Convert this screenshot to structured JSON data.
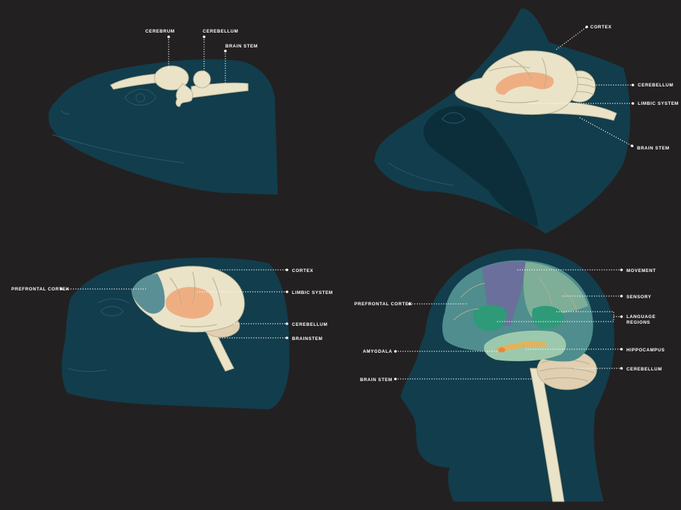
{
  "panels": {
    "reptile": {
      "labels": [
        "CEREBRUM",
        "CEREBELLUM",
        "BRAIN STEM"
      ]
    },
    "mammal": {
      "labels": [
        "CORTEX",
        "CEREBELLUM",
        "LIMBIC SYSTEM",
        "BRAIN STEM"
      ]
    },
    "primate": {
      "labels": [
        "CORTEX",
        "PREFRONTAL CORTEX",
        "LIMBIC SYSTEM",
        "CEREBELLUM",
        "BRAINSTEM"
      ]
    },
    "human": {
      "labels": [
        "MOVEMENT",
        "PREFRONTAL CORTEX",
        "SENSORY",
        "LANGUAGE",
        "REGIONS",
        "AMYGDALA",
        "HIPPOCAMPUS",
        "CEREBELLUM",
        "BRAIN STEM"
      ]
    }
  },
  "colors": {
    "background": "#232021",
    "head": "#123d4c",
    "brain": "#eae3c8",
    "limbic": "#f0a77a",
    "prefrontal": "#5a8f95",
    "movement": "#6b6f9c",
    "language": "#2e9a78",
    "cerebellum": "#e0cfb0"
  }
}
